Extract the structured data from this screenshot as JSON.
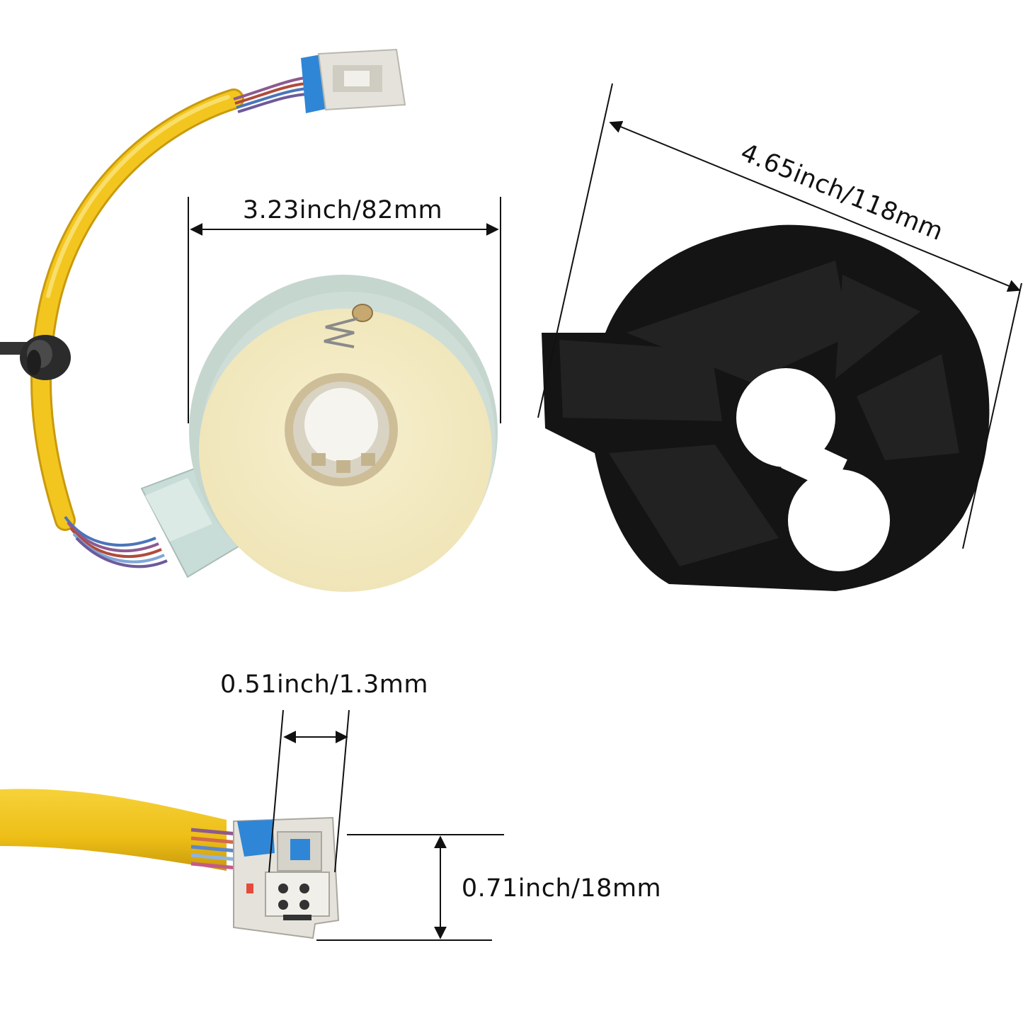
{
  "dimensions": {
    "sensor_width": "3.23inch/82mm",
    "plate_width": "4.65inch/118mm",
    "connector_width": "0.51inch/1.3mm",
    "connector_height": "0.71inch/18mm"
  },
  "colors": {
    "cable_yellow": "#F2C61F",
    "sensor_face": "#F3EBC3",
    "sensor_rim": "#C9D9D2",
    "plate_black": "#141414",
    "connector_blue": "#2F86D6",
    "connector_grey": "#E4E2DA"
  }
}
